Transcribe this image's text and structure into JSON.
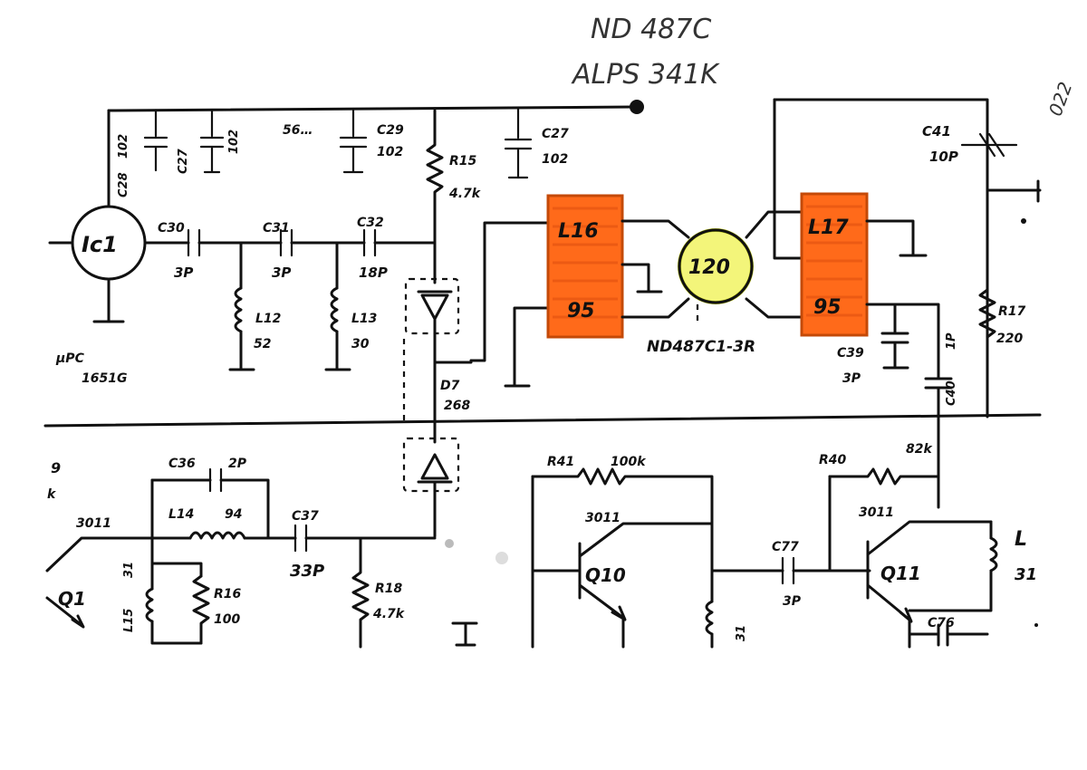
{
  "header": {
    "part_number": "ND 487C",
    "model": "ALPS 341K",
    "corner_note": "022"
  },
  "colors": {
    "paper": "#ffffff",
    "ink": "#111111",
    "filter_fill": "#ff6a1a",
    "filter_stroke": "#c44a08",
    "resonator_fill": "#f3f57a",
    "resonator_stroke": "#b8c21a"
  },
  "components": {
    "ic1": {
      "ref": "Ic1",
      "part": "μPC",
      "part_no": "1651G"
    },
    "c28": {
      "ref": "C28",
      "value": "102"
    },
    "c27": {
      "ref": "C27",
      "value": "102"
    },
    "c_partial": {
      "ref": "56…"
    },
    "c29": {
      "ref": "C29",
      "value": "102"
    },
    "r15": {
      "ref": "R15",
      "value": "4.7k"
    },
    "c30": {
      "ref": "C30",
      "value": "3P"
    },
    "c31": {
      "ref": "C31",
      "value": "3P"
    },
    "c32": {
      "ref": "C32",
      "value": "18P"
    },
    "l12": {
      "ref": "L12",
      "value": "52"
    },
    "l13": {
      "ref": "L13",
      "value": "30"
    },
    "d7": {
      "ref": "D7",
      "value": "268"
    },
    "l16": {
      "ref": "L16",
      "value": "95"
    },
    "l17": {
      "ref": "L17",
      "value": "95"
    },
    "resonator": {
      "value": "120",
      "part": "ND487C1-3R"
    },
    "c41": {
      "ref": "C41",
      "value": "10P"
    },
    "r17": {
      "ref": "R17",
      "value": "220"
    },
    "c39": {
      "ref": "C39",
      "value": "3P"
    },
    "c40": {
      "ref": "C40",
      "value": "1P"
    },
    "c36": {
      "ref": "C36",
      "value": "2P"
    },
    "l14": {
      "ref": "L14",
      "value": "94"
    },
    "c37": {
      "ref": "C37",
      "value": "33P"
    },
    "r16": {
      "ref": "R16",
      "value": "100"
    },
    "l15": {
      "ref": "L15",
      "value": "31"
    },
    "r18": {
      "ref": "R18",
      "value": "4.7k"
    },
    "q1": {
      "ref": "Q1",
      "part": "3011",
      "side_label": "9",
      "side_label2": "k"
    },
    "r41": {
      "ref": "R41",
      "value": "100k"
    },
    "q10": {
      "ref": "Q10",
      "part": "3011"
    },
    "l_q10": {
      "value": "31"
    },
    "c77": {
      "ref": "C77",
      "value": "3P"
    },
    "r40": {
      "ref": "R40",
      "value": "82k"
    },
    "q11": {
      "ref": "Q11",
      "part": "3011"
    },
    "l_right": {
      "ref": "L",
      "value": "31"
    },
    "c76": {
      "ref": "C76"
    }
  }
}
